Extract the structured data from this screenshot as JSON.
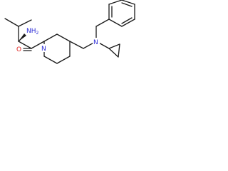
{
  "molecule": {
    "atoms": {
      "amine": {
        "text": "NH",
        "sub": "2",
        "color": "#2b2bd6"
      },
      "carbonyl_oxygen": {
        "text": "O",
        "color": "#e0201c"
      },
      "ring_nitrogen": {
        "text": "N",
        "color": "#2b2bd6"
      },
      "amine_nitrogen": {
        "text": "N",
        "color": "#2b2bd6"
      }
    },
    "bond_color": "#1a1a1a"
  }
}
